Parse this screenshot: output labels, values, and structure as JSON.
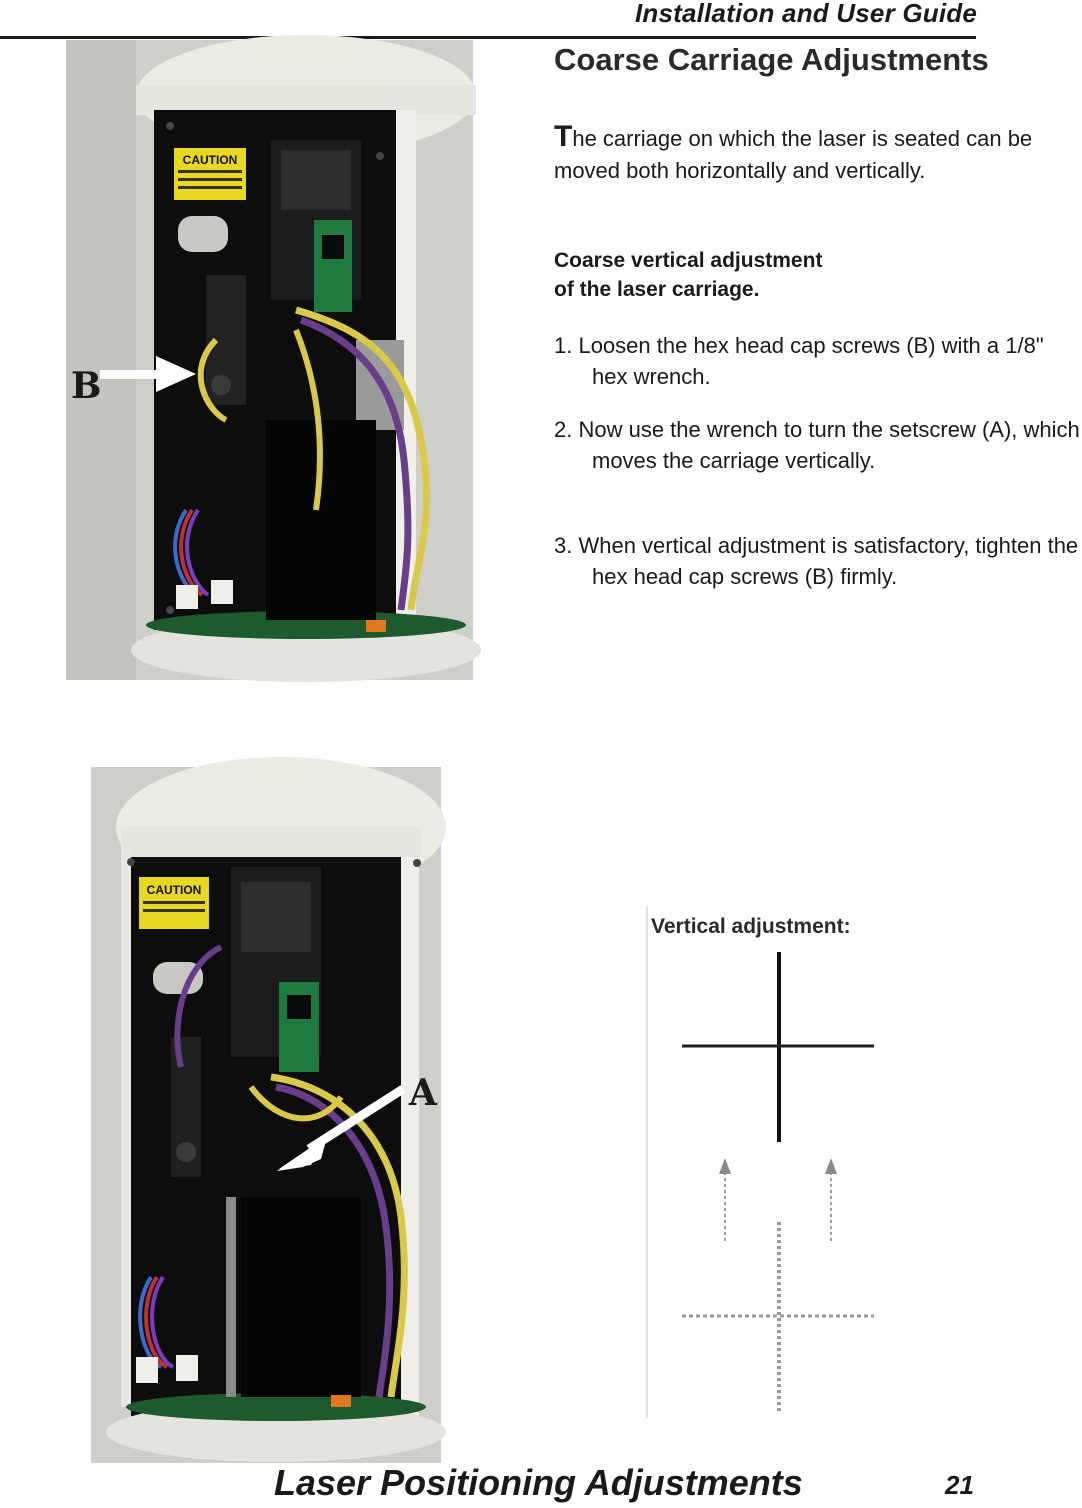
{
  "header": {
    "title": "Installation and User Guide"
  },
  "section": {
    "title": "Coarse Carriage Adjustments",
    "intro_dropcap": "T",
    "intro_rest": "he carriage on which the laser is seated can be moved both horizontally and vertically.",
    "subheading_line1": "Coarse vertical adjustment",
    "subheading_line2": "of the laser carriage.",
    "steps": [
      "1. Loosen the hex head cap screws (B) with a 1/8\" hex wrench.",
      "2. Now use the wrench to turn the setscrew (A), which moves the carriage vertically.",
      "3. When vertical adjustment is satisfactory, tighten the hex head cap screws (B) firmly."
    ]
  },
  "photos": {
    "top": {
      "callout_label": "B",
      "caution_text": "CAUTION"
    },
    "bottom": {
      "callout_label": "A",
      "caution_text": "CAUTION"
    }
  },
  "diagram": {
    "title": "Vertical adjustment:"
  },
  "footer": {
    "title": "Laser Positioning Adjustments",
    "page_number": "21"
  },
  "colors": {
    "enclosure_black": "#0d0d0d",
    "wall_gray": "#c9c9c4",
    "circuit_green": "#1e7a3c",
    "caution_yellow": "#e8d820",
    "wire_yellow": "#d9c84a",
    "wire_purple": "#6a3d8a"
  }
}
